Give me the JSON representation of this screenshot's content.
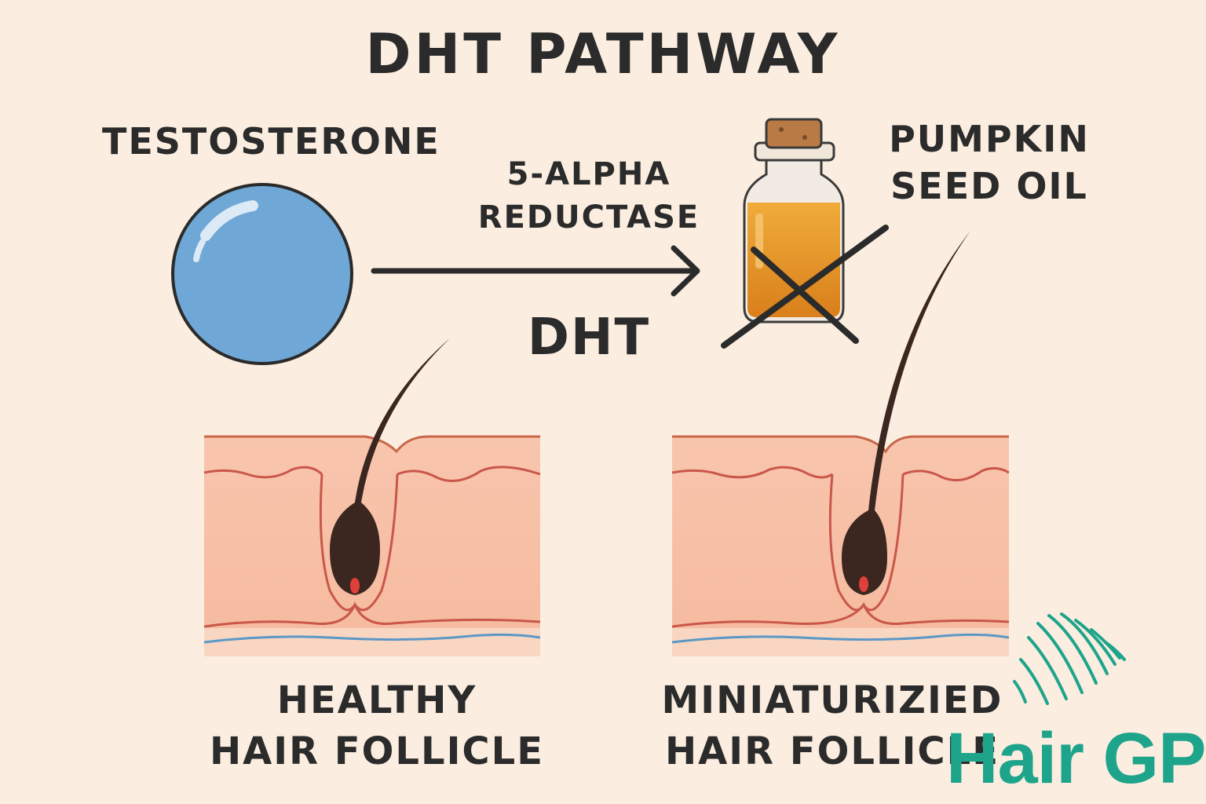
{
  "title": "DHT PATHWAY",
  "molecule": {
    "name": "TESTOSTERONE",
    "icon": "sphere-icon",
    "color": "#6fa7d6"
  },
  "enzyme": {
    "line1": "5-ALPHA",
    "line2": "REDUCTASE"
  },
  "product": "DHT",
  "inhibitor": {
    "line1": "PUMPKIN",
    "line2": "SEED OIL",
    "icon": "oil-bottle-icon",
    "blocked_icon": "cross-icon",
    "oil_color": "#e89a2a"
  },
  "follicles": [
    {
      "line1": "HEALTHY",
      "line2": "HAIR FOLLICLE"
    },
    {
      "line1": "MINIATURIZIED",
      "line2": "HAIR FOLLICLE"
    }
  ],
  "brand": {
    "name": "Hair GP",
    "mark": "®",
    "color": "#1fa48c",
    "icon": "hair-strands-logo-icon"
  },
  "colors": {
    "background": "#fbeee0",
    "skin": "#f7c4ac",
    "hair": "#3b2620",
    "text": "#2b2b2b"
  }
}
